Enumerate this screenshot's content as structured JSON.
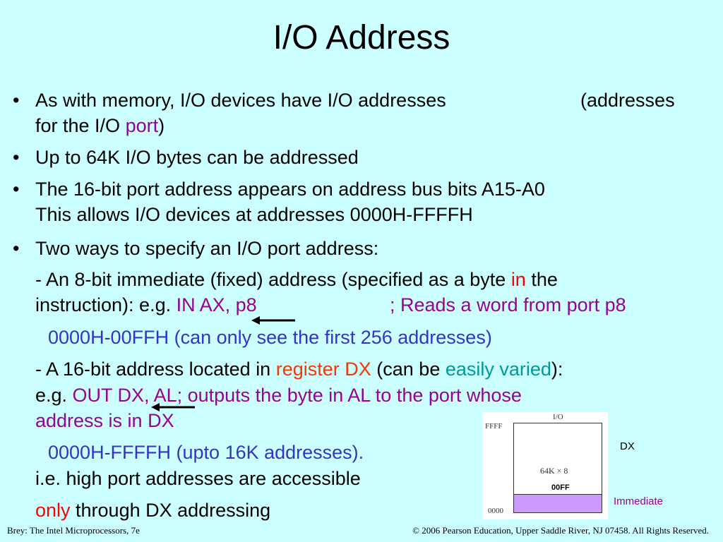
{
  "title": "I/O Address",
  "bullets": {
    "b1_line1": "As with memory, I/O devices have I/O addresses",
    "b1_line1_tail": "(addresses",
    "b1_line2_pre": "for the I/O ",
    "b1_line2_port": "port",
    "b1_line2_post": ")",
    "b2": "Up to 64K I/O bytes can be addressed",
    "b3_line1": "The 16-bit port address appears on address bus bits A15-A0",
    "b3_line2": "This allows I/O devices at addresses 0000H-FFFFH",
    "b4": "Two ways to specify an I/O port address:"
  },
  "sub1": {
    "line1_pre": "- An 8-bit immediate (fixed) address (specified as a byte ",
    "line1_in": "in",
    "line1_post": " the",
    "line2_pre": "instruction): e.g. ",
    "line2_code": "IN AX, p8",
    "line2_comment": "; Reads a word from port p8",
    "range": "0000H-00FFH (can only see the first 256 addresses)"
  },
  "sub2": {
    "line1_pre": "- A 16-bit address located in ",
    "line1_register": "register",
    "line1_dx": "DX",
    "line1_mid": " (can be ",
    "line1_varied": "easily varied",
    "line1_post": "):",
    "line2_pre": "e.g. ",
    "line2_code": "OUT DX, AL",
    "line2_comment": "; outputs the byte in AL to the port whose",
    "line3": "address is in DX",
    "range": "0000H-FFFFH (upto 16K addresses).",
    "note1": "i.e. high port addresses are accessible",
    "note2_only": "only",
    "note2_post": " through DX addressing"
  },
  "diagram": {
    "header": "I/O",
    "top_addr": "FFFF",
    "size": "64K × 8",
    "band_label": "00FF",
    "bottom_addr": "0000",
    "dx_label": "DX",
    "immediate_label": "Immediate"
  },
  "footer": {
    "left": "Brey: The Intel Microprocessors, 7e",
    "right": "© 2006 Pearson Education, Upper Saddle River, NJ 07458. All Rights Reserved."
  },
  "colors": {
    "background": "#ccffff",
    "purple": "#990099",
    "red": "#ff0000",
    "teal": "#009999",
    "blue": "#3333cc",
    "band": "#cc99ff"
  }
}
